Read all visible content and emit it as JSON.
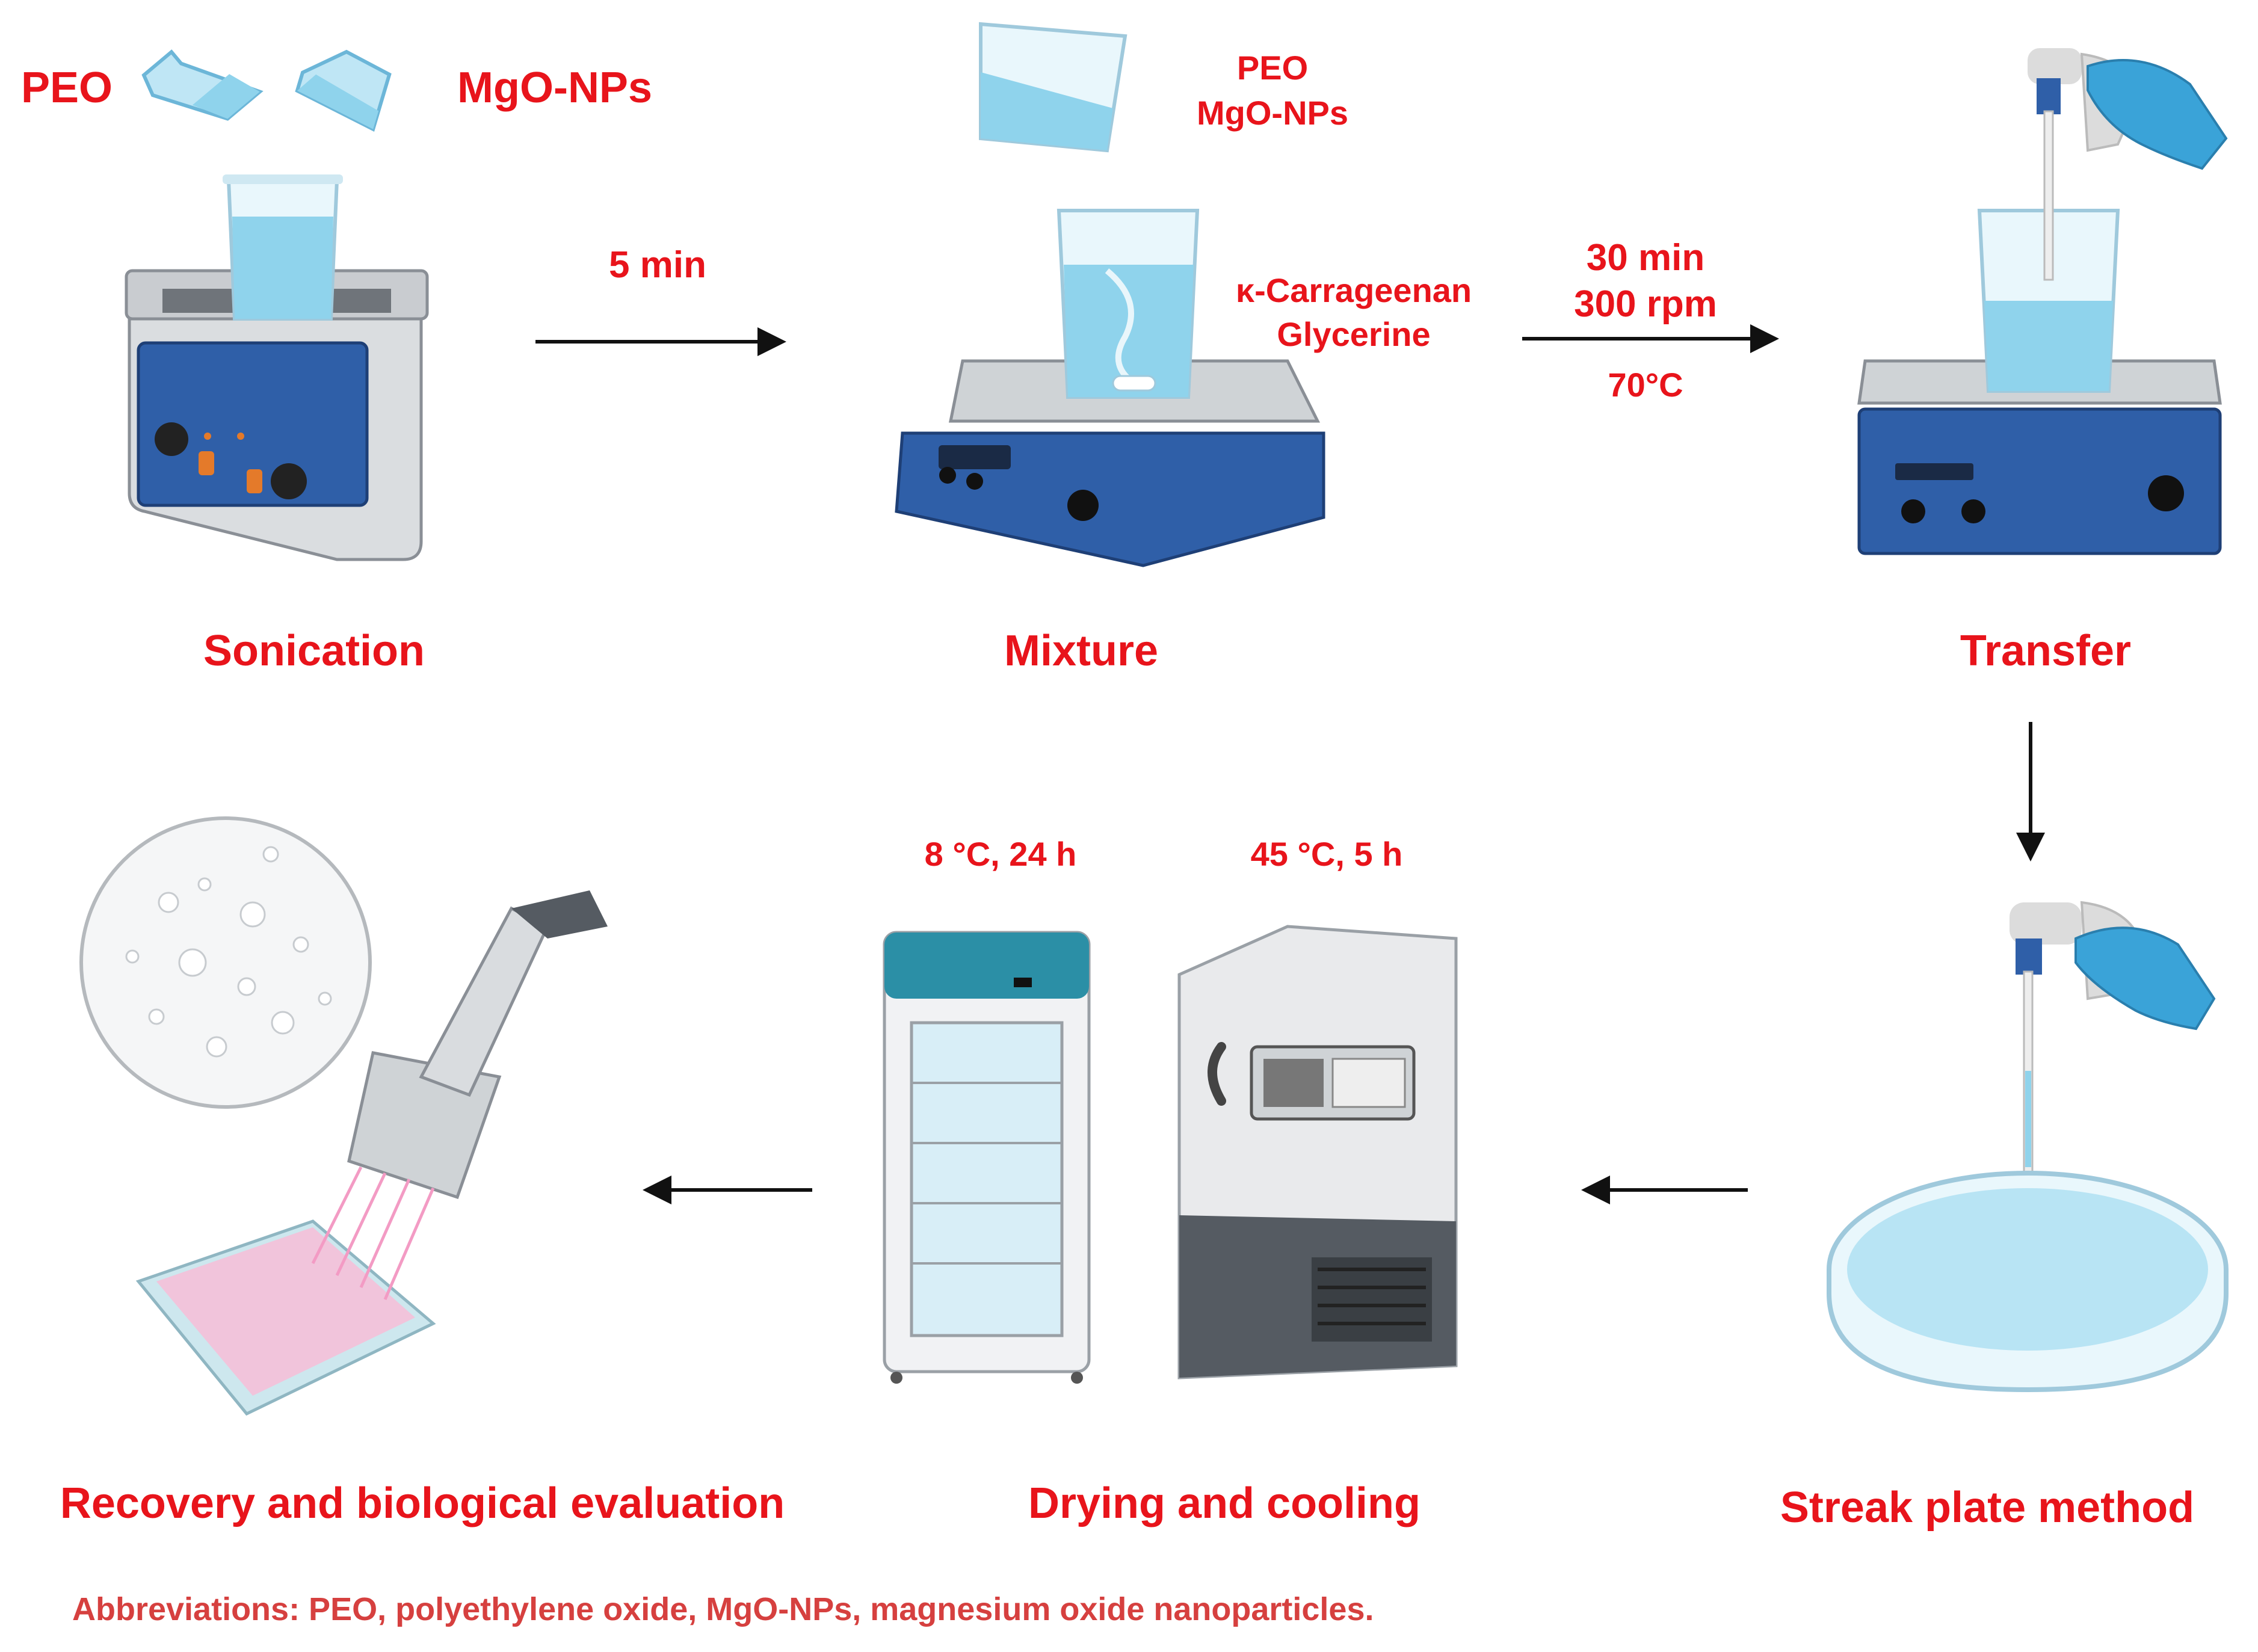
{
  "inputs": {
    "peo": "PEO",
    "mgo": "MgO-NPs"
  },
  "mixture_inputs": {
    "peo": "PEO",
    "mgo": "MgO-NPs"
  },
  "additives": {
    "line1": "κ-Carrageenan",
    "line2": "Glycerine"
  },
  "conditions": {
    "sonication_time": "5 min",
    "mix_time": "30 min",
    "mix_speed": "300 rpm",
    "mix_temp": "70°C",
    "fridge": "8 °C, 24 h",
    "oven": "45 °C, 5 h"
  },
  "steps": {
    "sonication": "Sonication",
    "mixture": "Mixture",
    "transfer": "Transfer",
    "streak": "Streak plate method",
    "drying": "Drying and cooling",
    "recovery": "Recovery and biological evaluation"
  },
  "footnote": "Abbreviations: PEO, polyethylene oxide, MgO-NPs, magnesium oxide nanoparticles.",
  "colors": {
    "label": "#e8141b",
    "footnote": "#d6403f",
    "liquid": "#8fd3ec",
    "device": "#2f5fa8",
    "glove": "#3aa3d8"
  }
}
